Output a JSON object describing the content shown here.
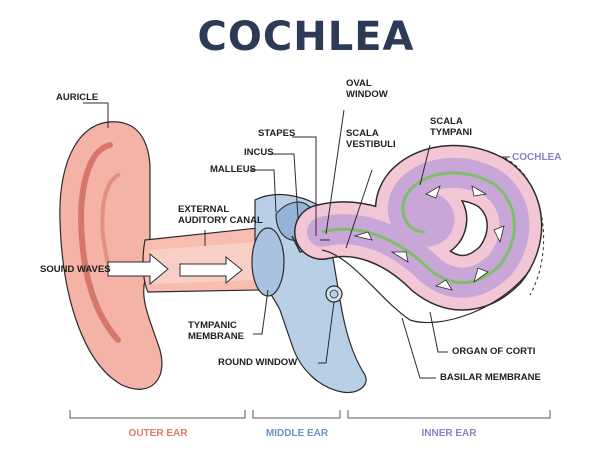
{
  "title": "COCHLEA",
  "labels": {
    "auricle": "AURICLE",
    "external_canal_1": "EXTERNAL",
    "external_canal_2": "AUDITORY CANAL",
    "sound_waves": "SOUND WAVES",
    "malleus": "MALLEUS",
    "incus": "INCUS",
    "stapes": "STAPES",
    "oval_window_1": "OVAL",
    "oval_window_2": "WINDOW",
    "scala_vestibuli_1": "SCALA",
    "scala_vestibuli_2": "VESTIBULI",
    "scala_tympani_1": "SCALA",
    "scala_tympani_2": "TYMPANI",
    "cochlea_tag": "COCHLEA",
    "tympanic_1": "TYMPANIC",
    "tympanic_2": "MEMBRANE",
    "round_window": "ROUND WINDOW",
    "organ_of_corti": "ORGAN OF CORTI",
    "basilar_membrane": "BASILAR MEMBRANE"
  },
  "sections": {
    "outer": "OUTER EAR",
    "middle": "MIDDLE EAR",
    "inner": "INNER EAR"
  },
  "colors": {
    "title": "#2c3a55",
    "outer": "#e07a6a",
    "middle": "#6b93c9",
    "inner": "#8a7fc6",
    "skin": "#f4b3a6",
    "bone": "#b9cfe6",
    "purple": "#c9a6d8",
    "green": "#7fbf6a"
  }
}
